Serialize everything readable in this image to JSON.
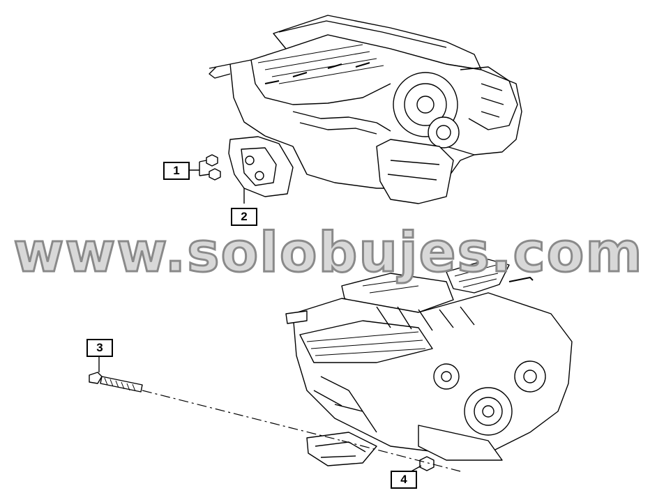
{
  "watermark": "www.solobujes.com",
  "callouts": {
    "c1": "1",
    "c2": "2",
    "c3": "3",
    "c4": "4"
  },
  "colors": {
    "line": "#000000",
    "background": "#ffffff",
    "watermark_fill": "#d8d8d8",
    "watermark_stroke": "#8a8a8a"
  }
}
